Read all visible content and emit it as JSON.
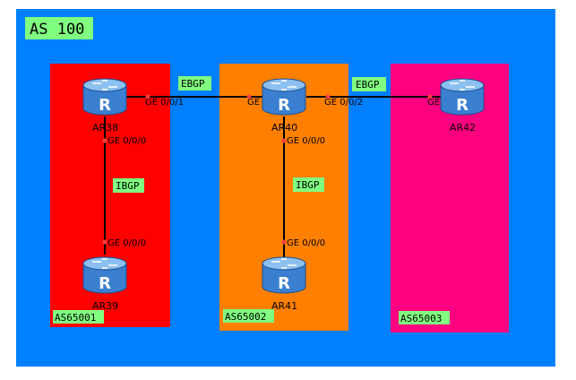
{
  "colors": {
    "background": "#0080FF",
    "as65001_area": "#FF0000",
    "as65002_area": "#FF8000",
    "as65003_area": "#FF0080",
    "label_bg": "#80FF80",
    "link": "#000000",
    "port_dot": "#FF4040",
    "router_body": "#3A7FD0"
  },
  "as100": {
    "label": "AS 100"
  },
  "areas": [
    {
      "id": "as65001",
      "label": "AS65001"
    },
    {
      "id": "as65002",
      "label": "AS65002"
    },
    {
      "id": "as65003",
      "label": "AS65003"
    }
  ],
  "routers": [
    {
      "id": "ar38",
      "name": "AR38",
      "icon": "router-icon",
      "glyph": "R"
    },
    {
      "id": "ar39",
      "name": "AR39",
      "icon": "router-icon",
      "glyph": "R"
    },
    {
      "id": "ar40",
      "name": "AR40",
      "icon": "router-icon",
      "glyph": "R"
    },
    {
      "id": "ar41",
      "name": "AR41",
      "icon": "router-icon",
      "glyph": "R"
    },
    {
      "id": "ar42",
      "name": "AR42",
      "icon": "router-icon",
      "glyph": "R"
    }
  ],
  "links": [
    {
      "id": "ar38-ar40",
      "protocol": "EBGP",
      "ports": [
        "GE 0/0/1",
        "GE 0/0/1"
      ]
    },
    {
      "id": "ar40-ar42",
      "protocol": "EBGP",
      "ports": [
        "GE 0/0/2",
        "GE 0/0/0"
      ]
    },
    {
      "id": "ar38-ar39",
      "protocol": "IBGP",
      "ports": [
        "GE 0/0/0",
        "GE 0/0/0"
      ]
    },
    {
      "id": "ar40-ar41",
      "protocol": "IBGP",
      "ports": [
        "GE 0/0/0",
        "GE 0/0/0"
      ]
    }
  ]
}
